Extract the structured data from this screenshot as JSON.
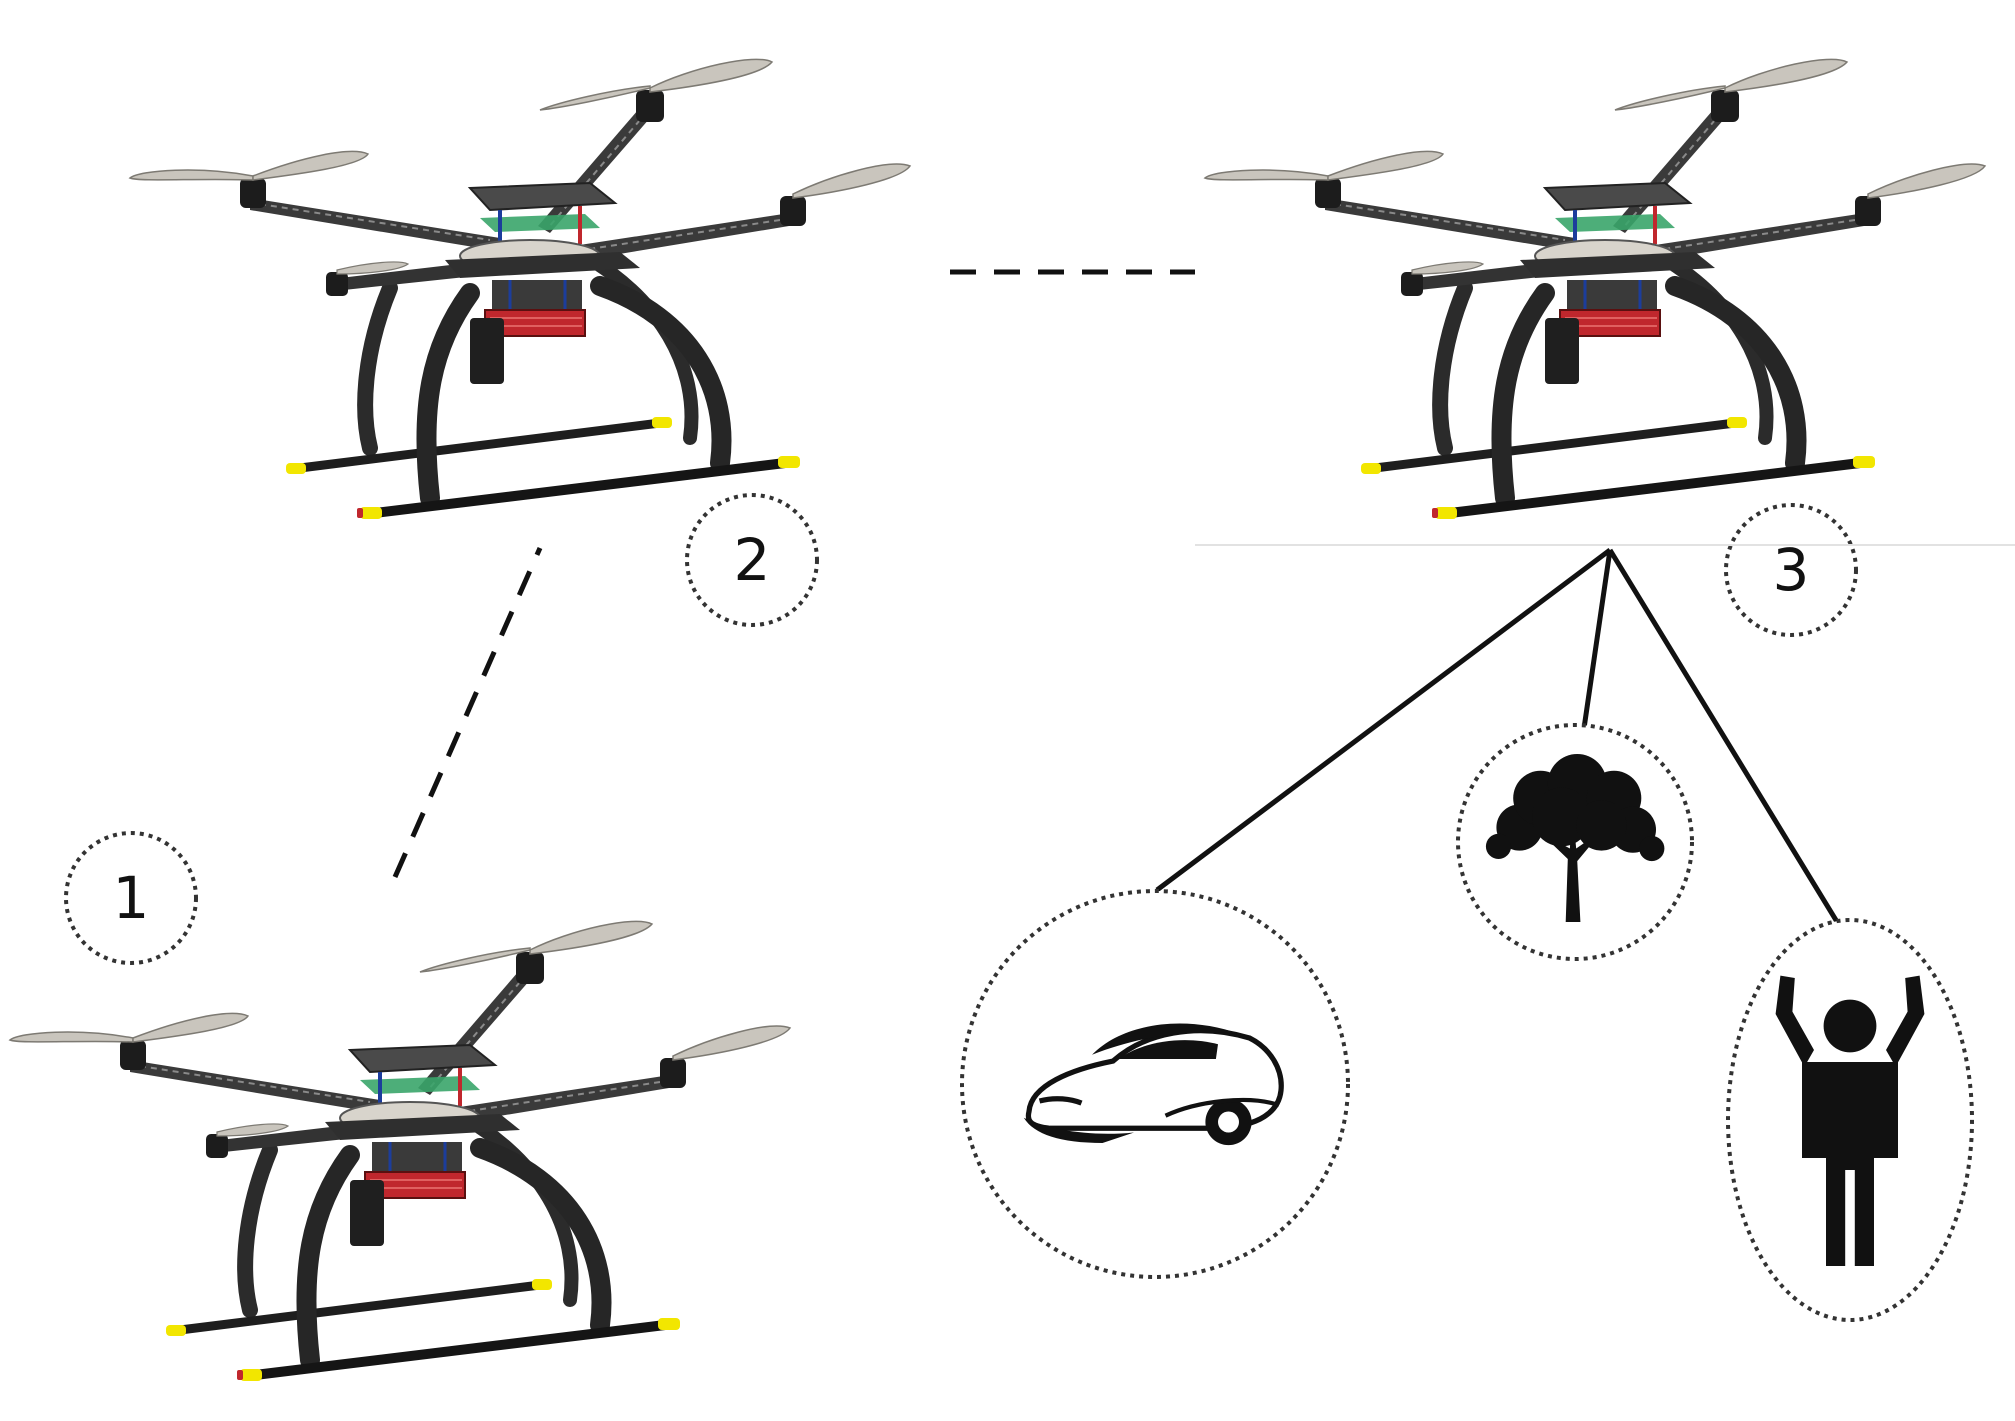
{
  "figure": {
    "step_labels": [
      "1",
      "2",
      "3"
    ]
  },
  "drones": [
    {
      "id": "drone-1",
      "label_index": 0
    },
    {
      "id": "drone-2",
      "label_index": 1
    },
    {
      "id": "drone-3",
      "label_index": 2
    }
  ],
  "detected_objects": [
    {
      "name": "car",
      "icon": "car-icon"
    },
    {
      "name": "tree",
      "icon": "tree-icon"
    },
    {
      "name": "person",
      "icon": "person-icon"
    }
  ],
  "colors": {
    "frame": "#2b2b2b",
    "propeller": "#c9c5bd",
    "battery": "#c0272d",
    "skid_tip": "#f2e600",
    "board_green": "#3aa56a",
    "outline": "#111111"
  }
}
